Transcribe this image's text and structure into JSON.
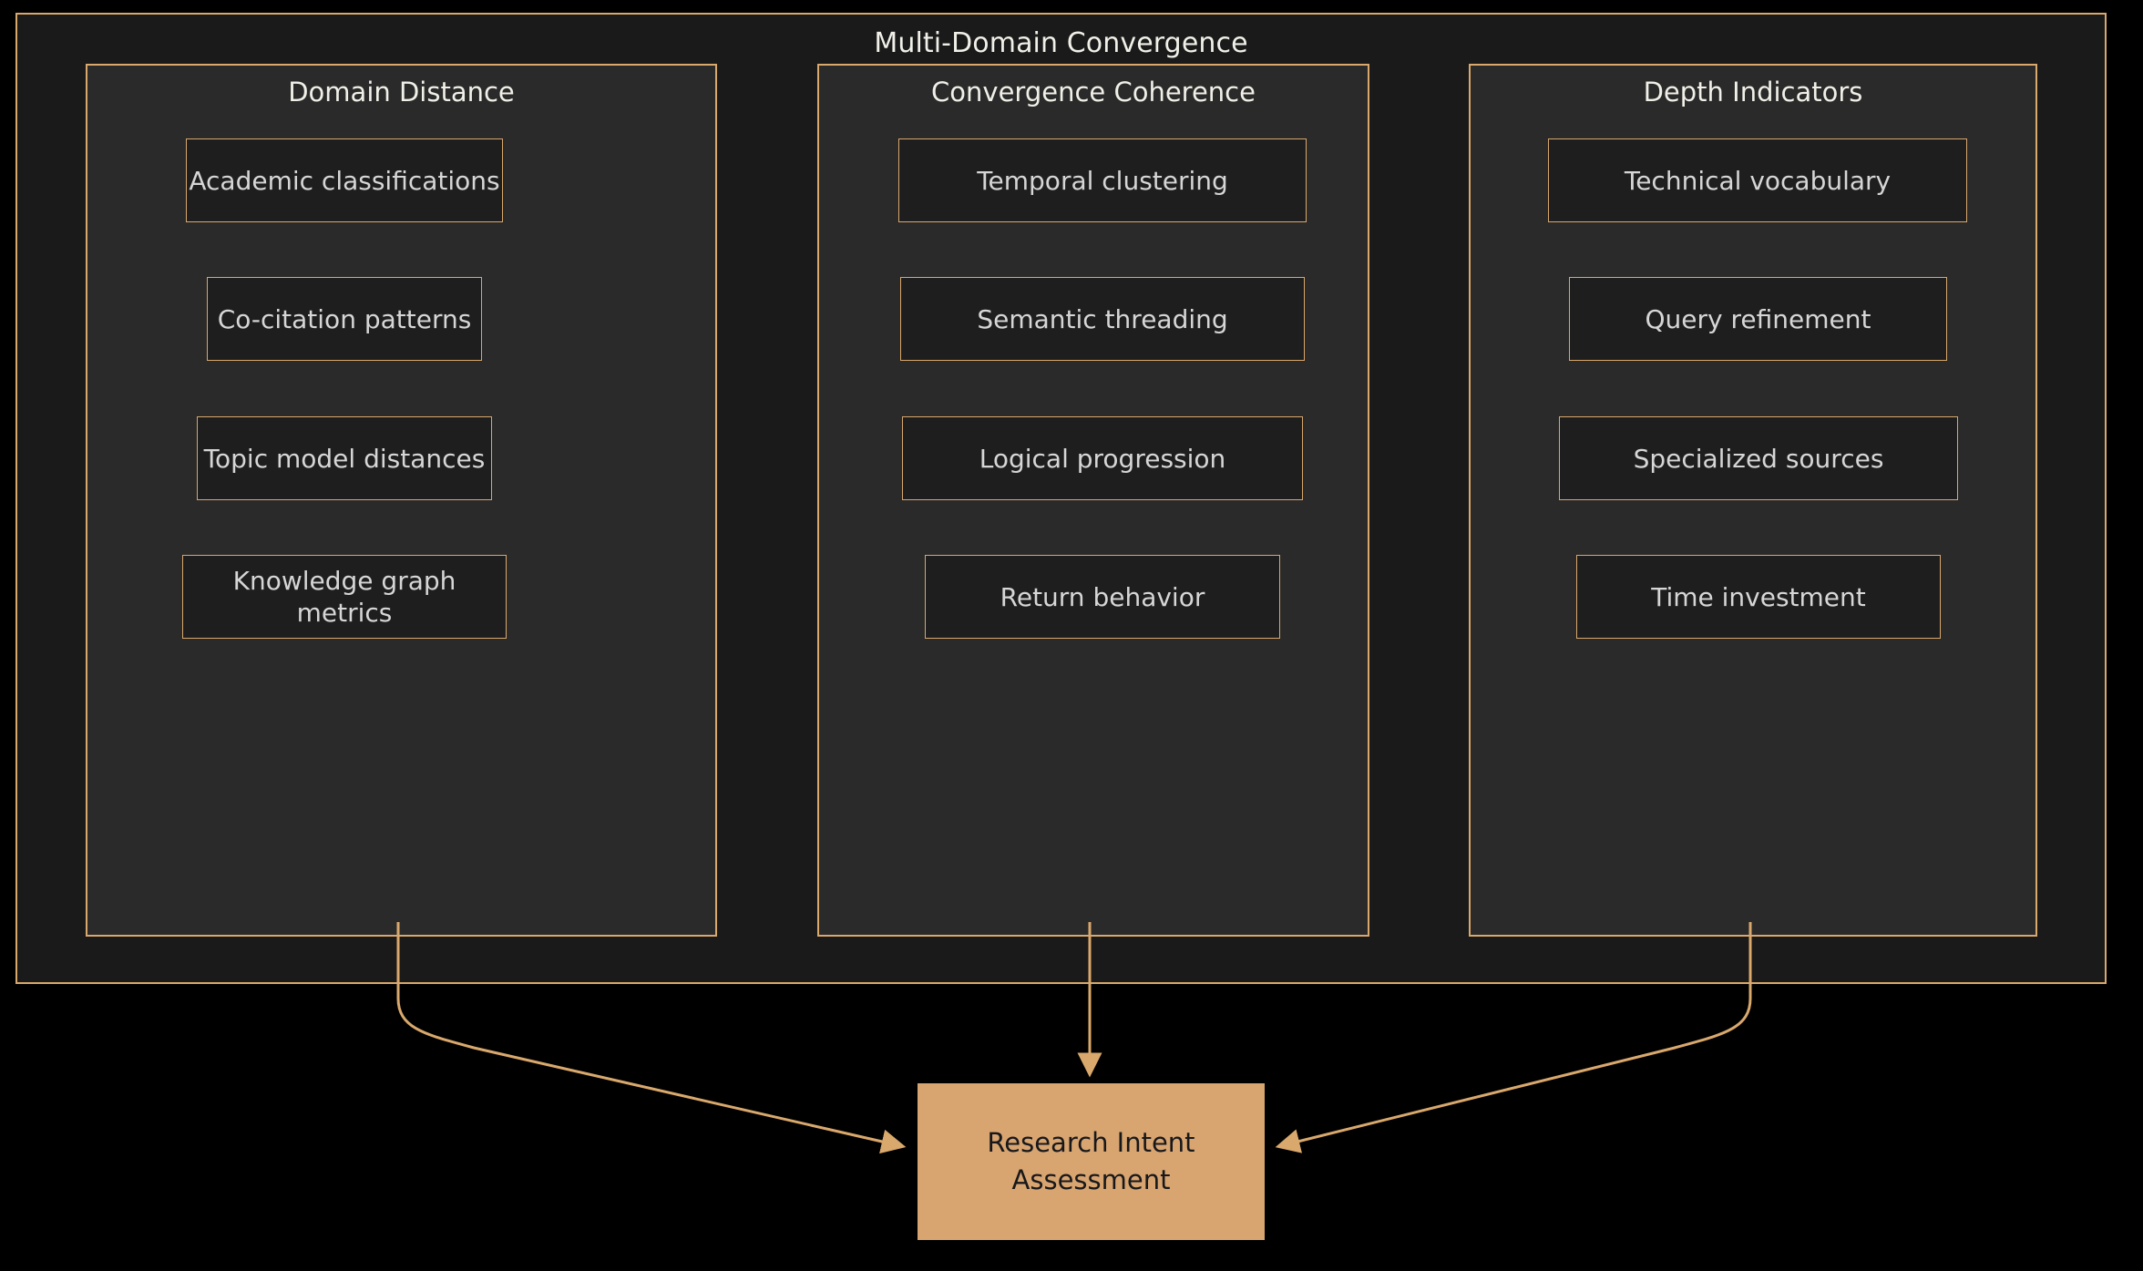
{
  "diagram": {
    "type": "flowchart",
    "title": "Multi-Domain Convergence",
    "theme": {
      "page_background": "#000000",
      "container_background": "#1a1a1a",
      "subgraph_background": "#2a2a2a",
      "node_background": "#1e1e1e",
      "accent_border": "#d9a86c",
      "node_text": "#d6d6d6",
      "title_text": "#f0efe8",
      "result_fill": "#d8a571",
      "result_text": "#18181b",
      "edge_color": "#d9a86c"
    },
    "groups": [
      {
        "id": "domain-distance",
        "title": "Domain Distance",
        "nodes": [
          {
            "id": "academic-classifications",
            "label": "Academic classifications"
          },
          {
            "id": "co-citation-patterns",
            "label": "Co-citation patterns"
          },
          {
            "id": "topic-model-distances",
            "label": "Topic model distances"
          },
          {
            "id": "knowledge-graph-metrics",
            "label": "Knowledge graph metrics"
          }
        ]
      },
      {
        "id": "convergence-coherence",
        "title": "Convergence Coherence",
        "nodes": [
          {
            "id": "temporal-clustering",
            "label": "Temporal clustering"
          },
          {
            "id": "semantic-threading",
            "label": "Semantic threading"
          },
          {
            "id": "logical-progression",
            "label": "Logical progression"
          },
          {
            "id": "return-behavior",
            "label": "Return behavior"
          }
        ]
      },
      {
        "id": "depth-indicators",
        "title": "Depth Indicators",
        "nodes": [
          {
            "id": "technical-vocabulary",
            "label": "Technical vocabulary"
          },
          {
            "id": "query-refinement",
            "label": "Query refinement"
          },
          {
            "id": "specialized-sources",
            "label": "Specialized sources"
          },
          {
            "id": "time-investment",
            "label": "Time investment"
          }
        ]
      }
    ],
    "result": {
      "id": "research-intent-assessment",
      "line1": "Research Intent",
      "line2": "Assessment"
    },
    "edges": [
      {
        "from": "domain-distance",
        "to": "research-intent-assessment",
        "style": "curved-arrow"
      },
      {
        "from": "convergence-coherence",
        "to": "research-intent-assessment",
        "style": "straight-arrow"
      },
      {
        "from": "depth-indicators",
        "to": "research-intent-assessment",
        "style": "curved-arrow"
      }
    ]
  }
}
